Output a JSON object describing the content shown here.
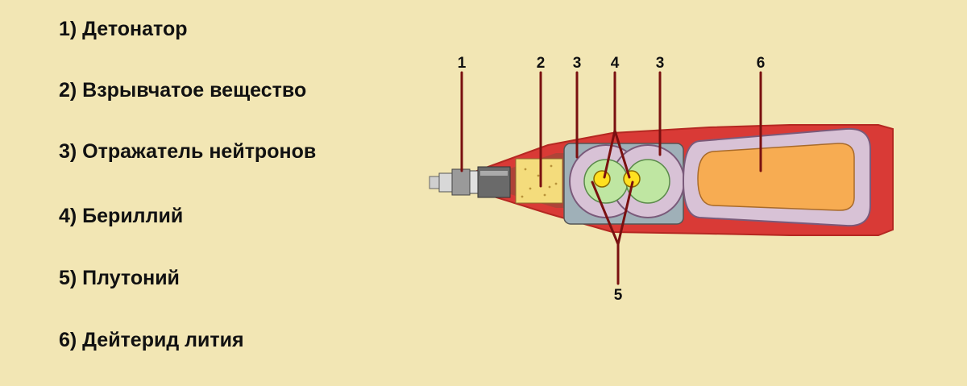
{
  "legend": {
    "items": [
      "1) Детонатор",
      "2) Взрывчатое вещество",
      "3) Отражатель нейтронов",
      "4) Бериллий",
      "5) Плутоний",
      "6) Дейтерид лития"
    ]
  },
  "diagram": {
    "labels": {
      "detonator": "1",
      "explosive": "2",
      "reflector_left": "3",
      "beryllium": "4",
      "reflector_right": "3",
      "lithium_deuteride": "6",
      "plutonium": "5"
    },
    "colors": {
      "background": "#f2e6b4",
      "casing": "#d93a36",
      "reflector": "#d8c2d6",
      "beryllium_ring": "#bfe6a2",
      "plutonium": "#ffe020",
      "lithium_deuteride": "#f7ac52",
      "explosive": "#f4dc7c",
      "pointer": "#7a1010"
    }
  }
}
